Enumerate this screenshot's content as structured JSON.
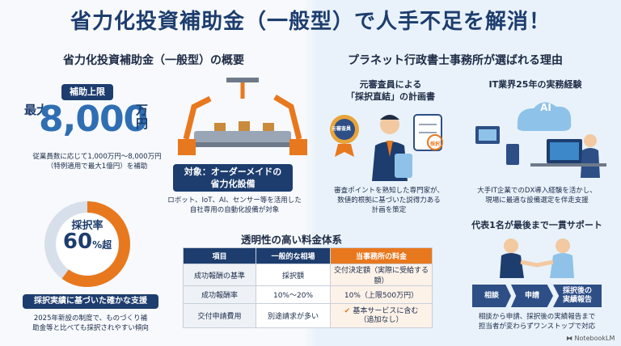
{
  "header": {
    "title": "省力化投資補助金（一般型）で人手不足を解消！"
  },
  "left": {
    "section_title": "省力化投資補助金（一般型）の概要",
    "cap_label": "補助上限",
    "max_prefix": "最大",
    "max_amount": "8,000",
    "max_unit": "万円",
    "cap_note1": "従業員数に応じて1,000万円～8,000万円",
    "cap_note2": "（特例適用で最大1億円）を補助",
    "target_title": "対象：オーダーメイドの\n省力化設備",
    "target_line1": "ロボット、IoT、AI、センサー等を活用した",
    "target_line2": "自社専用の自動化設備が対象",
    "rate_label": "採択率",
    "rate_value": "60",
    "rate_suffix": "%超",
    "rate_fraction": 0.6,
    "support_title": "採択実績に基づいた確かな支援",
    "support_line1": "2025年新設の制度で、ものづくり補",
    "support_line2": "助金等と比べても採択されやすい傾向"
  },
  "right": {
    "section_title": "プラネット行政書士事務所が選ばれる理由",
    "r1_title1": "元審査員による",
    "r1_title2": "「採択直結」の計画書",
    "r1_badge": "元審査員",
    "r1_stamp": "採択",
    "r1_line1": "審査ポイントを熟知した専門家が、",
    "r1_line2": "数値的根拠に基づいた説得力ある",
    "r1_line3": "計画を策定",
    "r2_title": "IT業界25年の実務経験",
    "r2_ai": "AI",
    "r2_line1": "大手IT企業でのDX導入経験を活かし、",
    "r2_line2": "現場に最適な設備選定を伴走支援",
    "r3_title": "代表1名が最後まで一貫サポート",
    "flow": [
      "相談",
      "申請",
      "採択後の\n実績報告"
    ],
    "r3_line1": "相談から申請、採択後の実績報告まで",
    "r3_line2": "担当者が変わらずワンストップで対応"
  },
  "pricing": {
    "title": "透明性の高い料金体系",
    "headers": [
      "項目",
      "一般的な相場",
      "当事務所の料金"
    ],
    "rows": [
      [
        "成功報酬の基準",
        "採択額",
        "交付決定額（実際に受給する額）"
      ],
      [
        "成功報酬率",
        "10%〜20%",
        "10%（上限500万円）"
      ],
      [
        "交付申請費用",
        "別途請求が多い",
        "基本サービスに含む\n（追加なし）"
      ]
    ]
  },
  "footer": {
    "brand": "NotebookLM"
  }
}
